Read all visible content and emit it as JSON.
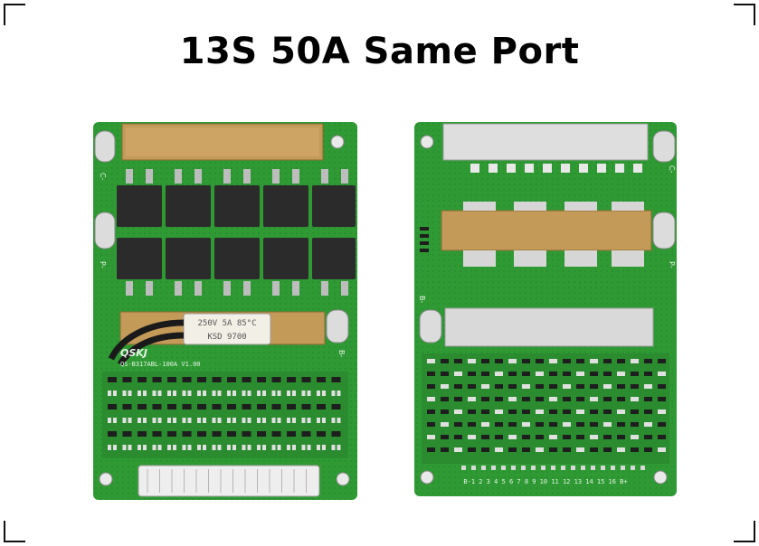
{
  "title": "13S 50A Same Port",
  "left_board": {
    "model_label": "QS-B317ABL-100A V1.00",
    "brand_logo": "QSKJ",
    "thermal_text_1": "250V 5A 85°C",
    "thermal_text_2": "KSD 9700",
    "edge_label_c": "C-",
    "edge_label_p": "P-",
    "edge_label_b": "B-"
  },
  "right_board": {
    "edge_label_c": "C-",
    "edge_label_p": "P-",
    "edge_label_b": "B-",
    "pin_labels": "B-1 2 3 4 5 6 7 8 9 10 11 12 13 14 15 16 B+"
  },
  "colors": {
    "pcb_green": "#2f9a34",
    "copper": "#c39a58",
    "mosfet": "#2b2b2b",
    "connector": "#eeeeee"
  }
}
